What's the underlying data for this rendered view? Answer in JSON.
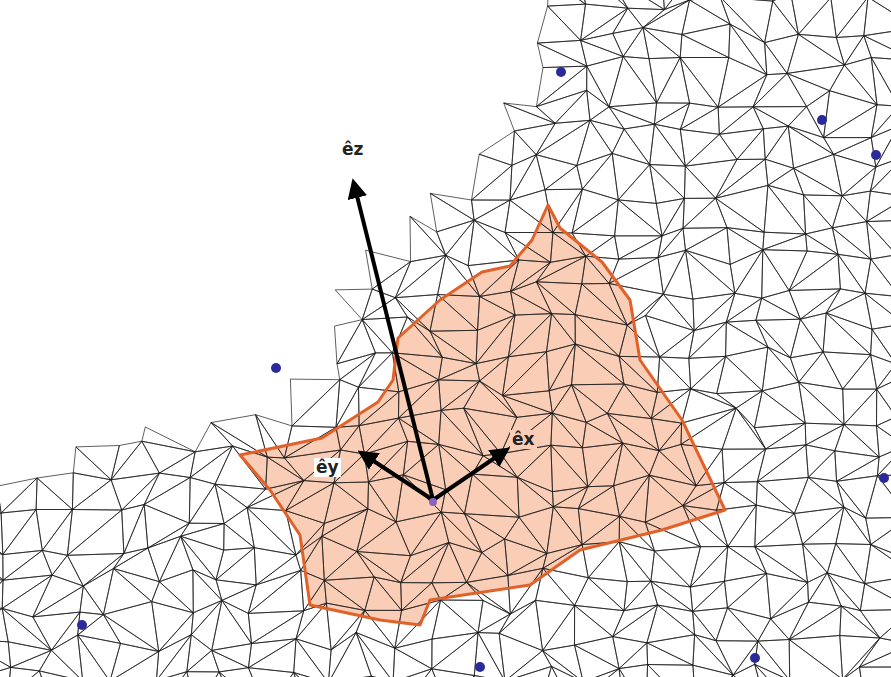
{
  "diagram": {
    "labels": [
      "êz",
      "êy",
      "êx"
    ]
  }
}
